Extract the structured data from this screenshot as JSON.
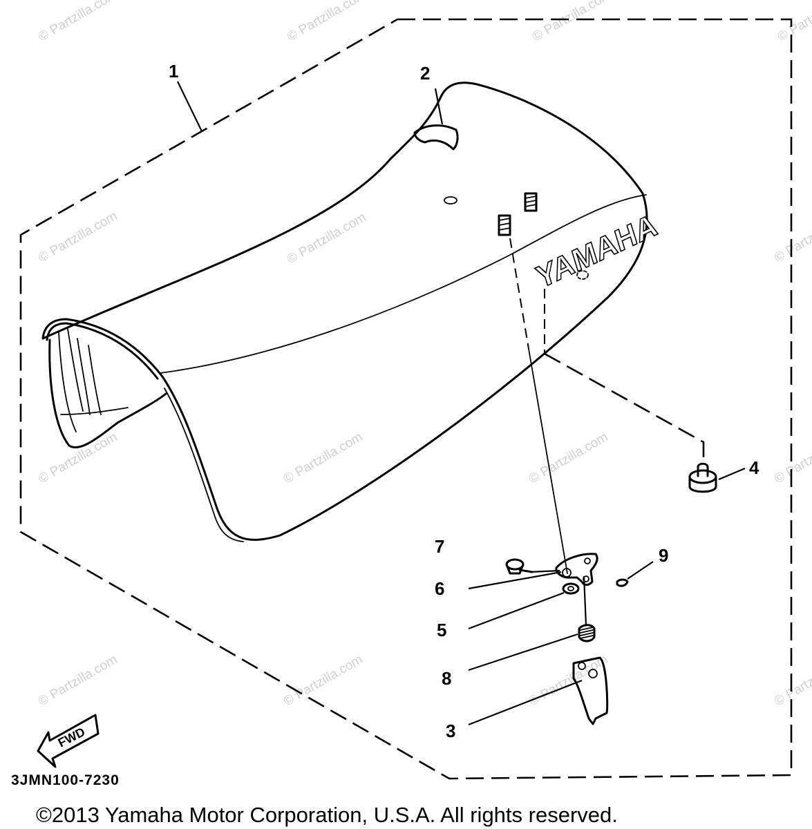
{
  "callouts": [
    "1",
    "2",
    "3",
    "4",
    "5",
    "6",
    "7",
    "8",
    "9"
  ],
  "seat_logo": "YAMAHA",
  "fwd_label": "FWD",
  "diagram_code": "3JMN100-7230",
  "copyright": "©2013 Yamaha Motor Corporation, U.S.A. All rights reserved.",
  "watermark": "© Partzilla.com"
}
